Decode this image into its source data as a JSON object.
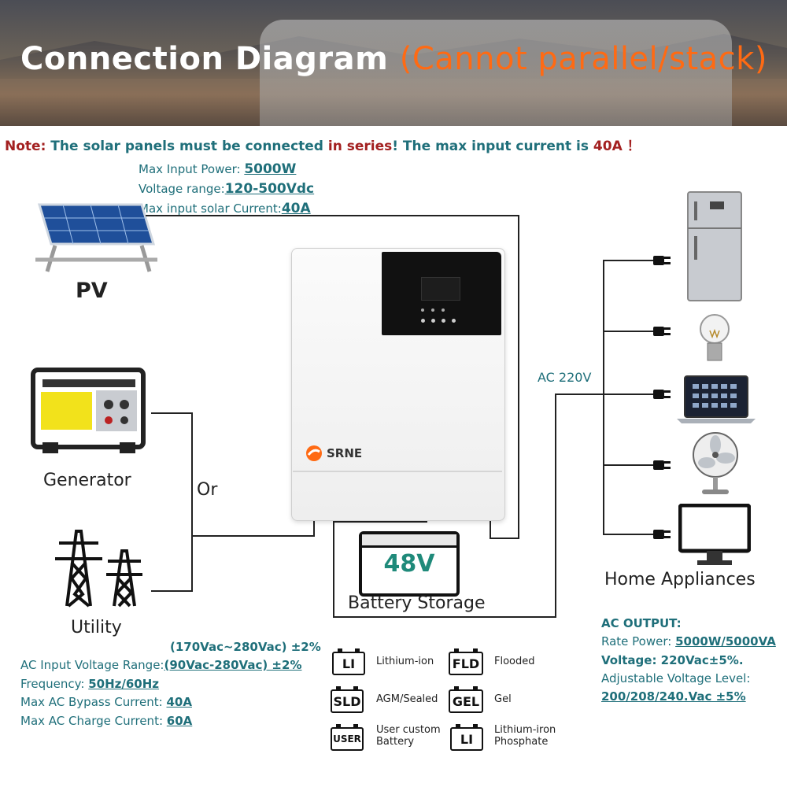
{
  "header": {
    "title": "Connection Diagram",
    "subtitle": "(Cannot parallel/stack)"
  },
  "note": {
    "prefix": "Note:",
    "text1": "The solar panels must be connected",
    "emph1": "in series",
    "text2": "! The max input current is",
    "emph2": "40A",
    "suffix": "！"
  },
  "pv": {
    "label": "PV",
    "power_label": "Max Input Power:",
    "power_value": "5000W",
    "voltage_label": "Voltage range:",
    "voltage_value": "120-500Vdc",
    "current_label": "Max input solar Current:",
    "current_value": "40A"
  },
  "generator": {
    "label": "Generator"
  },
  "or_label": "Or",
  "utility": {
    "label": "Utility"
  },
  "ac_input": {
    "range_label": "AC Input Voltage Range:",
    "range_value1": "(170Vac~280Vac) ±2%",
    "range_value2": "(90Vac-280Vac) ±2%",
    "freq_label": "Frequency:",
    "freq_value": "50Hz/60Hz",
    "bypass_label": "Max AC Bypass Current:",
    "bypass_value": "40A",
    "charge_label": "Max AC Charge Current:",
    "charge_value": "60A"
  },
  "inverter": {
    "brand": "SRNE"
  },
  "ac_line_label": "AC 220V",
  "battery": {
    "voltage": "48V",
    "label": "Battery Storage"
  },
  "battery_types": [
    {
      "badge": "LI",
      "name": "Lithium-ion"
    },
    {
      "badge": "FLD",
      "name": "Flooded"
    },
    {
      "badge": "SLD",
      "name": "AGM/Sealed"
    },
    {
      "badge": "GEL",
      "name": "Gel"
    },
    {
      "badge": "USER",
      "name": "User custom Battery"
    },
    {
      "badge": "LI",
      "name": "Lithium-iron Phosphate"
    }
  ],
  "home": {
    "label": "Home Appliances"
  },
  "ac_output": {
    "title": "AC OUTPUT:",
    "rate_label": "Rate Power:",
    "rate_value": "5000W/5000VA",
    "voltage_label": "Voltage:",
    "voltage_value": "220Vac±5%.",
    "adj_label": "Adjustable Voltage Level:",
    "adj_value": "200/208/240.Vac ±5%"
  },
  "colors": {
    "accent_orange": "#ff6a13",
    "teal": "#1f6f7a",
    "note_red": "#a32020"
  }
}
